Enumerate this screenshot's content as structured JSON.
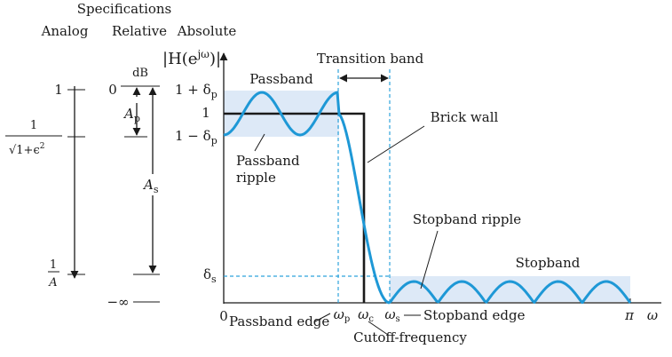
{
  "header": {
    "specifications": "Specifications",
    "analog": "Analog",
    "relative": "Relative",
    "absolute": "Absolute",
    "magnitude": "|H(e",
    "magnitude_exp": "jω",
    "magnitude_close": ")|"
  },
  "analog_scale": {
    "one": "1",
    "inv_sqrt_num": "1",
    "inv_sqrt_den": "√1+ϵ",
    "inv_sqrt_den_exp": "2",
    "inv_a_num": "1",
    "inv_a_den": "A"
  },
  "relative_scale": {
    "unit": "dB",
    "zero": "0",
    "neg_inf": "−∞",
    "ap": "A",
    "ap_sub": "p",
    "as": "A",
    "as_sub": "s"
  },
  "absolute_scale": {
    "one_plus": "1 + δ",
    "one_plus_sub": "p",
    "one": "1",
    "one_minus": "1 − δ",
    "one_minus_sub": "p",
    "delta_s": "δ",
    "delta_s_sub": "s"
  },
  "annotations": {
    "passband": "Passband",
    "transition_band": "Transition band",
    "brick_wall": "Brick wall",
    "passband_ripple_1": "Passband",
    "passband_ripple_2": "ripple",
    "stopband_ripple": "Stopband ripple",
    "stopband": "Stopband",
    "passband_edge": "Passband edge",
    "stopband_edge": "Stopband edge",
    "cutoff": "Cutoff-frequency"
  },
  "freq_axis": {
    "origin": "0",
    "wp": "ω",
    "wp_sub": "p",
    "wc": "ω",
    "wc_sub": "c",
    "ws": "ω",
    "ws_sub": "s",
    "pi": "π",
    "omega": "ω"
  },
  "colors": {
    "response": "#1e98d6",
    "tolerance_band": "#dde9f7",
    "guide_lines": "#2ea3dc",
    "ink": "#1a1a1a"
  }
}
